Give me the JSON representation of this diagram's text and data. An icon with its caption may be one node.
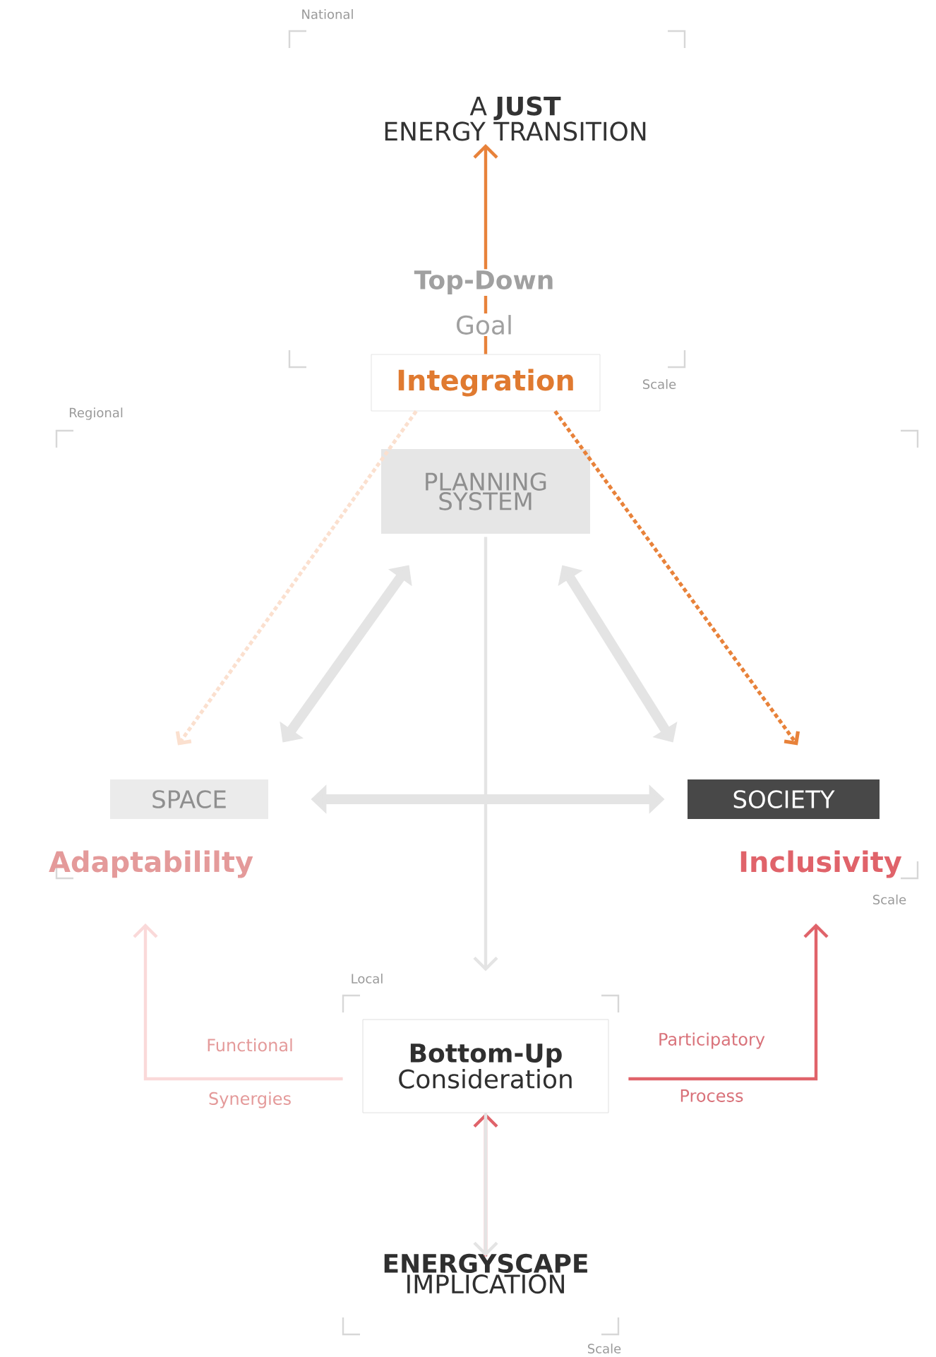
{
  "diagram": {
    "nodes": [
      {
        "text": [
          "A **JUST**",
          "ENERGY TRANSITION"
        ]
      },
      {
        "text": [
          "Integration"
        ]
      },
      {
        "text": [
          "PLANNING SYSTEM"
        ]
      },
      {
        "text": [
          "SPACE"
        ]
      },
      {
        "text": [
          "SOCIETY"
        ]
      },
      {
        "text": [
          "Adaptabililty"
        ]
      },
      {
        "text": [
          "Inclusivity"
        ]
      },
      {
        "text": [
          "Bottom-Up",
          "Consideration"
        ]
      },
      {
        "text": [
          "ENERGYSCAPE",
          "IMPLICATION"
        ]
      }
    ],
    "edges": [
      {
        "from": 1,
        "to": 0,
        "arrow": "to",
        "color": "#e8823a"
      },
      {
        "from": 1,
        "to": 3,
        "arrow": "to",
        "style": "dashed",
        "color": "#fbe0cf"
      },
      {
        "from": 1,
        "to": 4,
        "arrow": "to",
        "style": "dashed",
        "color": "#e8823a"
      },
      {
        "from": 2,
        "to": 3,
        "arrow": "both",
        "style": "thick"
      },
      {
        "from": 2,
        "to": 4,
        "arrow": "both",
        "style": "thick"
      },
      {
        "from": 3,
        "to": 4,
        "arrow": "both",
        "style": "thick"
      },
      {
        "from": 2,
        "to": 7,
        "arrow": "to"
      },
      {
        "from": 7,
        "to": 5,
        "arrow": "to",
        "color": "#fad9d9"
      },
      {
        "from": 7,
        "to": 6,
        "arrow": "to",
        "color": "#e0636a"
      },
      {
        "from": 8,
        "to": 7,
        "arrow": "to",
        "color": "#e0636a"
      },
      {
        "from": 7,
        "to": 8,
        "arrow": "to"
      }
    ],
    "labels": [
      "National",
      "Top-Down",
      "Goal",
      "Scale",
      "Regional",
      "Scale",
      "Local",
      "Participatory",
      "Functional",
      "Process",
      "Synergies",
      "Scale"
    ]
  }
}
